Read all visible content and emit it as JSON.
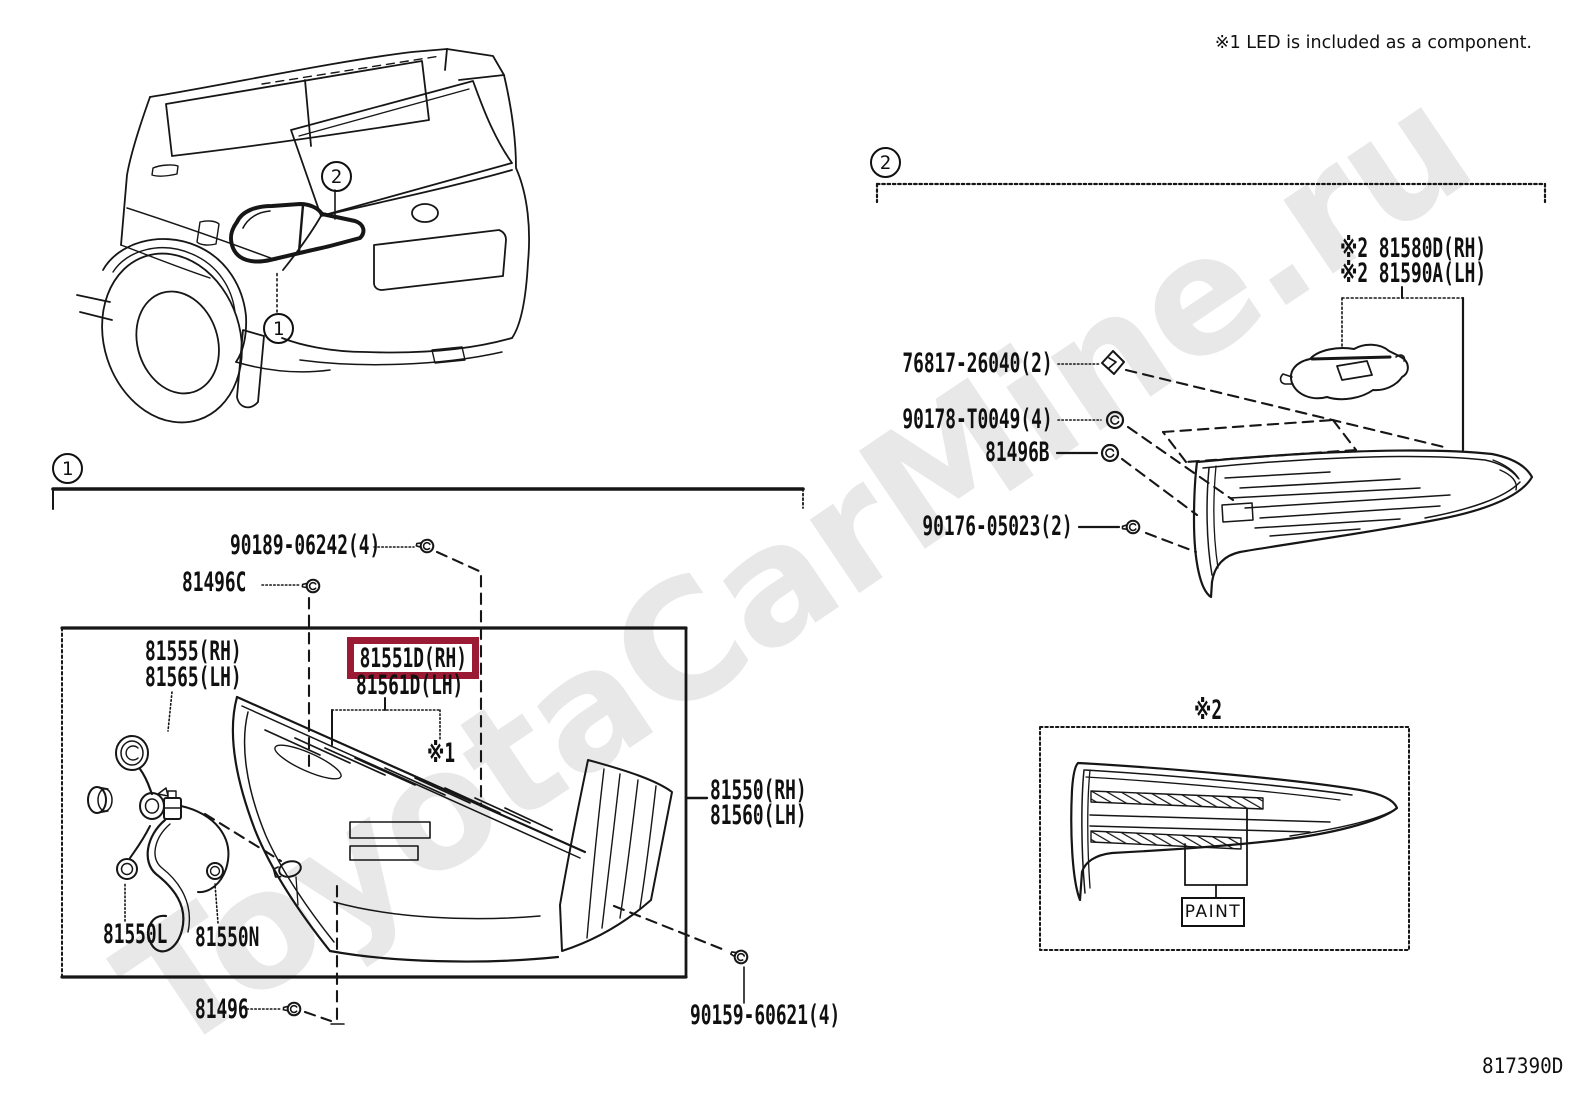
{
  "watermark": {
    "text": "ToyotaCarMine.ru"
  },
  "note": {
    "text": "※1 LED is included as a component."
  },
  "doc_code": {
    "text": "817390D"
  },
  "callouts": {
    "section1": "1",
    "section2": "2",
    "car1": "1",
    "car2": "2"
  },
  "section1": {
    "screw_top": "90189-06242(4)",
    "screw_81496c": "81496C",
    "socket_rh": "81555(RH)",
    "socket_lh": "81565(LH)",
    "lens_rh_highlighted": "81551D(RH)",
    "lens_lh": "81561D(LH)",
    "note_ref": "※1",
    "bulb_l": "81550L",
    "bulb_n": "81550N",
    "lamp_assy_rh": "81550(RH)",
    "lamp_assy_lh": "81560(LH)",
    "screw_bottom": "81496",
    "screw_right": "90159-60621(4)"
  },
  "section2": {
    "cover_rh": "※2 81580D(RH)",
    "cover_lh": "※2 81590A(LH)",
    "clip": "76817-26040(2)",
    "screw_a": "90178-T0049(4)",
    "grommet": "81496B",
    "screw_b": "90176-05023(2)"
  },
  "paint": {
    "ref": "※2",
    "label": "PAINT"
  }
}
